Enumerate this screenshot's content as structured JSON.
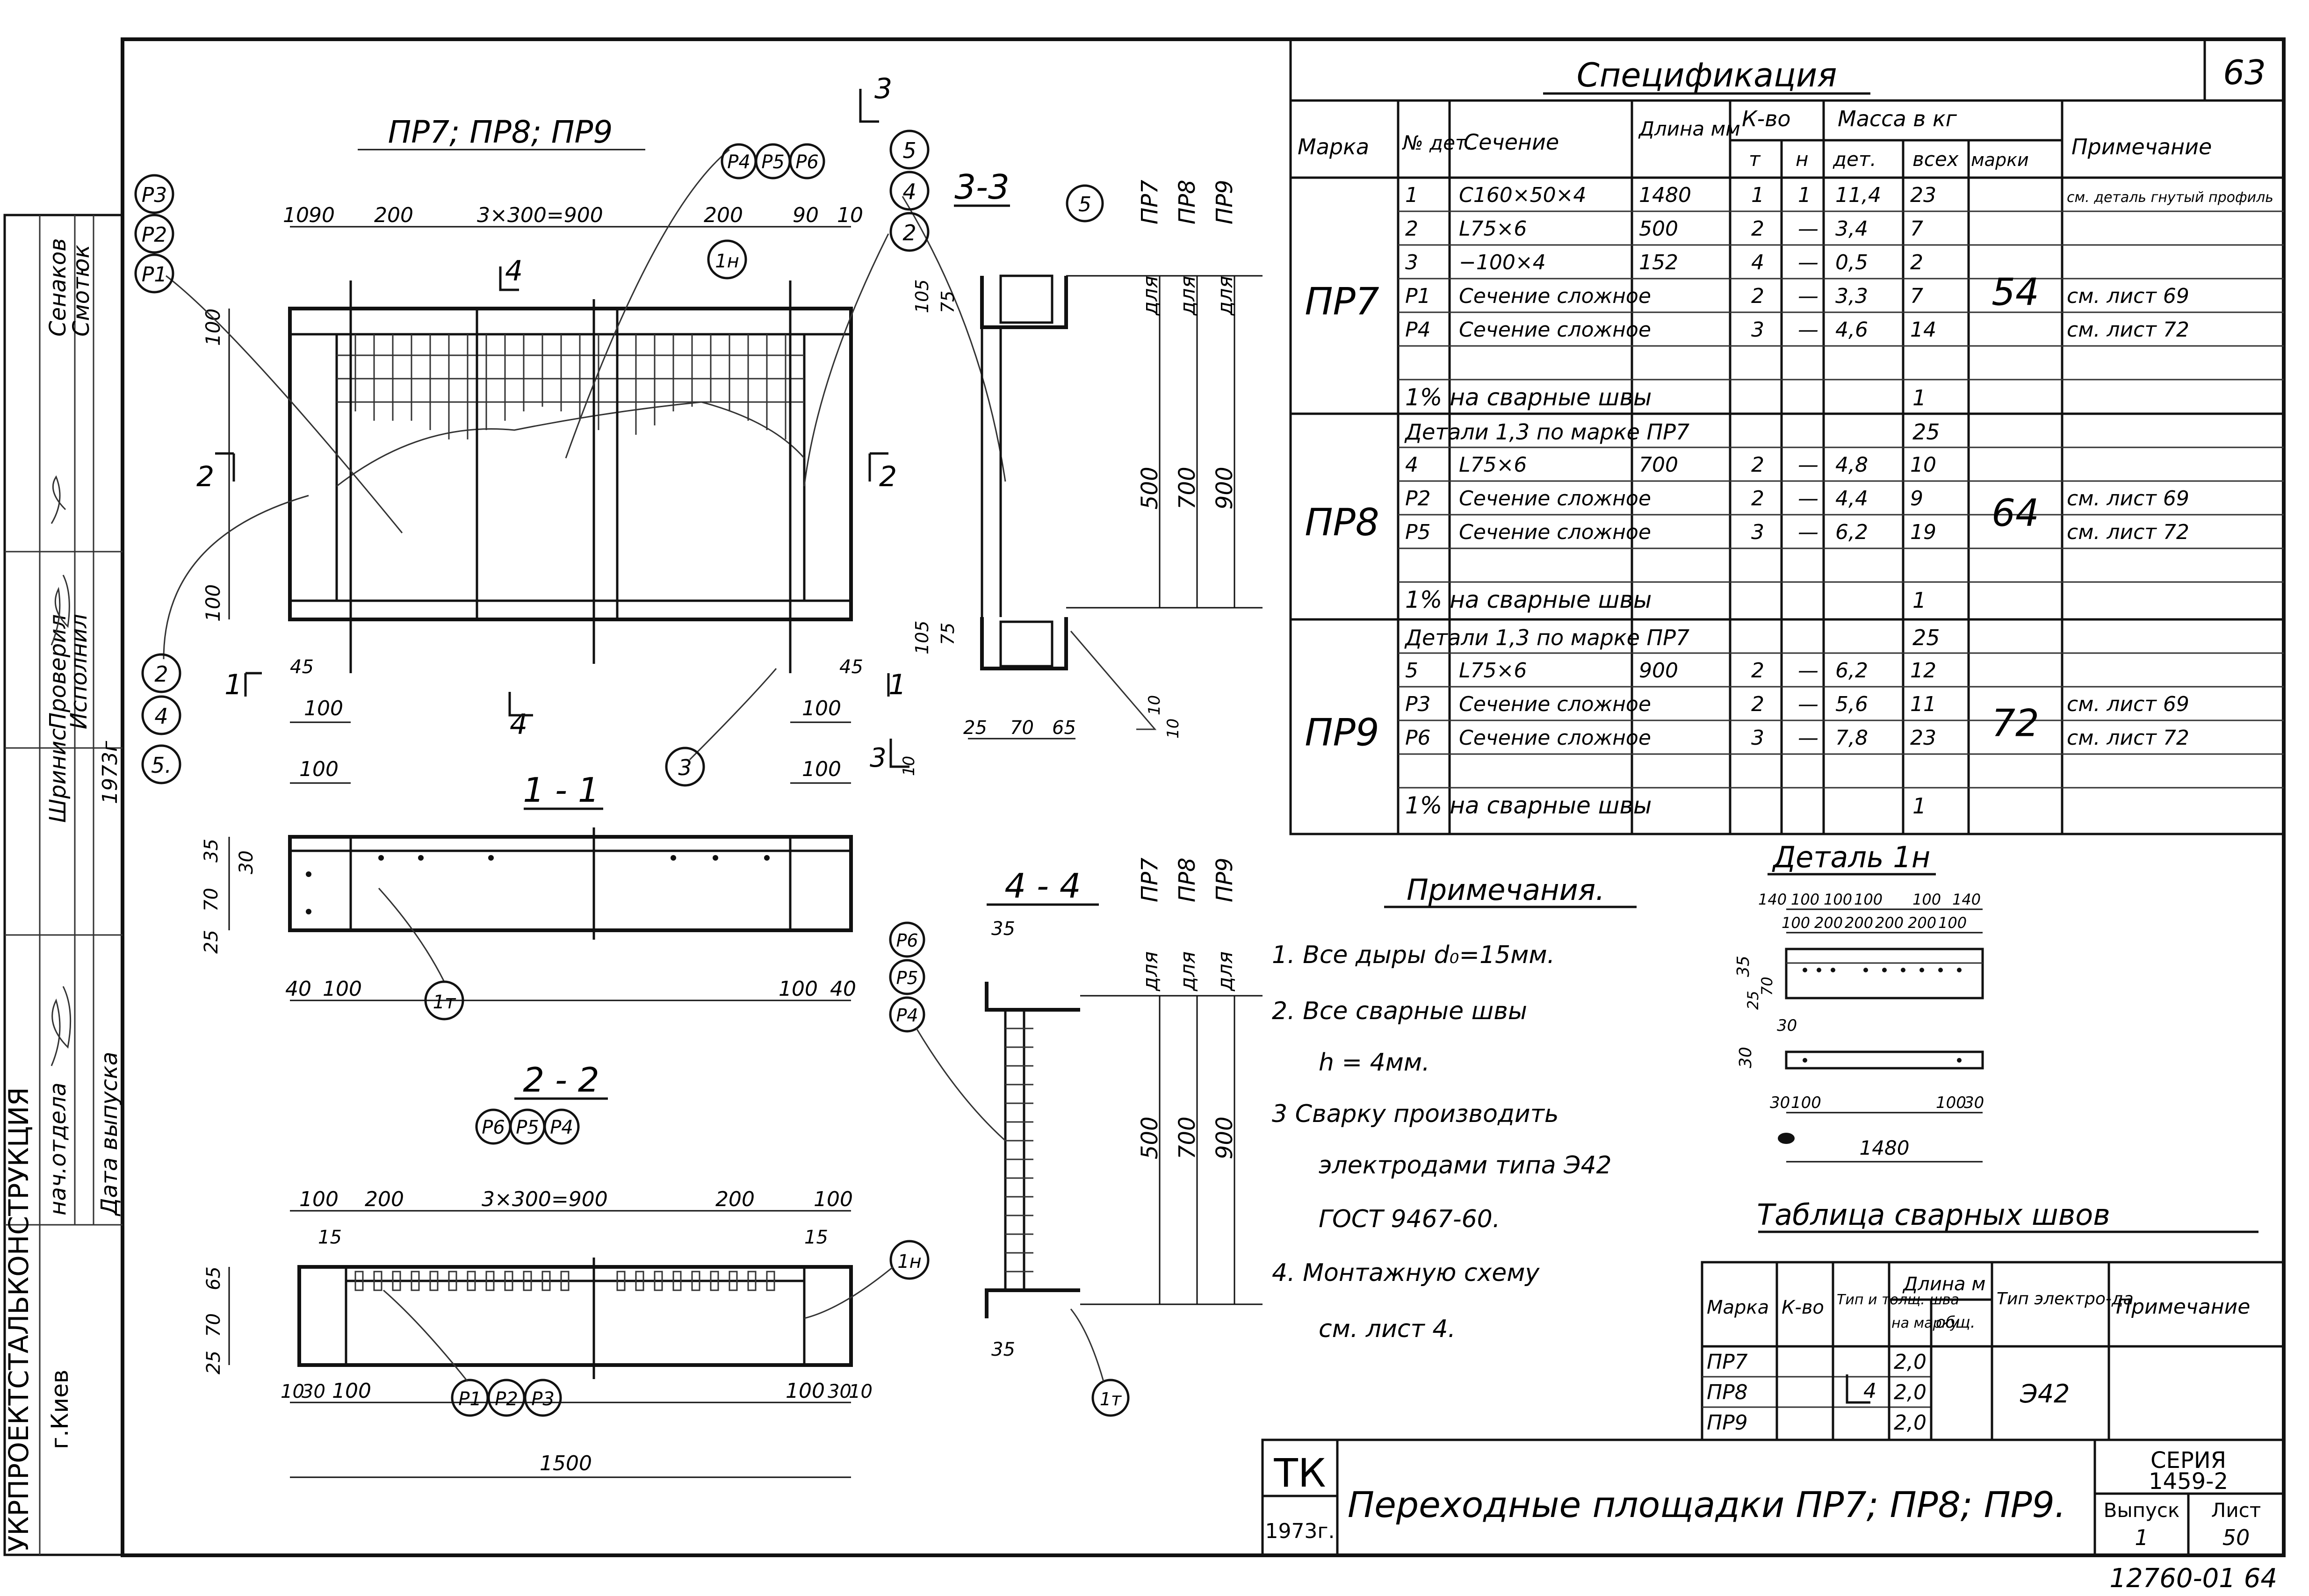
{
  "sheet_number": "63",
  "main_view": {
    "title": "ПР7; ПР8; ПР9",
    "cut_marks": {
      "c2": "2",
      "c1": "1",
      "c3": "3",
      "c4": "4"
    },
    "dims_top": [
      "10",
      "90",
      "200",
      "3×300=900",
      "200",
      "90",
      "10"
    ],
    "dims_left": [
      "100",
      "100"
    ],
    "dims_bottom": [
      "45",
      "100",
      "45",
      "100"
    ],
    "bottom_100": "100",
    "bottom_100b": "100",
    "balloons_left": [
      "P3",
      "P2",
      "P1"
    ],
    "balloons_top": [
      "P4",
      "P5",
      "P6"
    ],
    "balloons_right": [
      "5",
      "4",
      "2"
    ],
    "balloon_14": "1н",
    "balloons_left_low": [
      "2",
      "4",
      "5."
    ],
    "balloon_3": "3"
  },
  "section_1_1": {
    "title": "1 - 1",
    "dims_left": [
      "35",
      "30",
      "70",
      "25"
    ],
    "dims_bottom": [
      "40",
      "100",
      "100",
      "40"
    ],
    "balloon": "1т"
  },
  "section_2_2": {
    "title": "2 - 2",
    "balloons_top": [
      "P6",
      "P5",
      "P4"
    ],
    "dims_top": [
      "100",
      "200",
      "3×300=900",
      "200",
      "100"
    ],
    "dims_15": [
      "15",
      "15"
    ],
    "dims_left": [
      "65",
      "70",
      "25"
    ],
    "dims_bottom": [
      "10",
      "30",
      "100",
      "100",
      "30",
      "10"
    ],
    "overall": "1500",
    "balloons_bottom": [
      "P1",
      "P2",
      "P3"
    ],
    "balloon_14": "1н"
  },
  "section_3_3": {
    "title": "3-3",
    "balloon": "5",
    "dims_top": [
      "105",
      "75"
    ],
    "dims_bottom": [
      "105",
      "75"
    ],
    "dims_under": [
      "25",
      "70",
      "65"
    ],
    "weld": "10",
    "weld_b": "10",
    "weld_c": "10",
    "cut3": "3",
    "heights": [
      "500",
      "700",
      "900"
    ],
    "for_labels": [
      "для",
      "для",
      "для"
    ],
    "marks": [
      "ПР7",
      "ПР8",
      "ПР9"
    ]
  },
  "section_4_4": {
    "title": "4 - 4",
    "dim_top": "35",
    "dim_bottom": "35",
    "balloons": [
      "P6",
      "P5",
      "P4"
    ],
    "balloon_1t": "1т",
    "heights": [
      "500",
      "700",
      "900"
    ],
    "for_labels": [
      "для",
      "для",
      "для"
    ],
    "marks": [
      "ПР7",
      "ПР8",
      "ПР9"
    ]
  },
  "spec": {
    "title": "Спецификация",
    "headers": {
      "mark": "Марка",
      "no": "№ дет.",
      "section": "Сечение",
      "length": "Длина мм",
      "qty": "К-во",
      "qty_t": "т",
      "qty_n": "н",
      "mass": "Масса в кг",
      "mass_det": "дет.",
      "mass_all": "всех",
      "mass_mark": "марки",
      "note": "Примечание"
    },
    "groups": [
      {
        "mark": "ПР7",
        "total": "54",
        "rows": [
          [
            "1",
            "С160×50×4",
            "1480",
            "1",
            "1",
            "11,4",
            "23",
            "см. деталь гнутый профиль"
          ],
          [
            "2",
            "L75×6",
            "500",
            "2",
            "—",
            "3,4",
            "7",
            ""
          ],
          [
            "3",
            "−100×4",
            "152",
            "4",
            "—",
            "0,5",
            "2",
            ""
          ],
          [
            "P1",
            "Сечение сложное",
            "",
            "2",
            "—",
            "3,3",
            "7",
            "см. лист 69"
          ],
          [
            "P4",
            "Сечение сложное",
            "",
            "3",
            "—",
            "4,6",
            "14",
            "см. лист 72"
          ]
        ],
        "welds": "1% на сварные швы",
        "welds_val": "1"
      },
      {
        "mark": "ПР8",
        "total": "64",
        "details": "Детали 1,3 по марке ПР7",
        "details_val": "25",
        "rows": [
          [
            "4",
            "L75×6",
            "700",
            "2",
            "—",
            "4,8",
            "10",
            ""
          ],
          [
            "P2",
            "Сечение сложное",
            "",
            "2",
            "—",
            "4,4",
            "9",
            "см. лист 69"
          ],
          [
            "P5",
            "Сечение сложное",
            "",
            "3",
            "—",
            "6,2",
            "19",
            "см. лист 72"
          ]
        ],
        "welds": "1% на сварные швы",
        "welds_val": "1"
      },
      {
        "mark": "ПР9",
        "total": "72",
        "details": "Детали 1,3 по марке ПР7",
        "details_val": "25",
        "rows": [
          [
            "5",
            "L75×6",
            "900",
            "2",
            "—",
            "6,2",
            "12",
            ""
          ],
          [
            "P3",
            "Сечение сложное",
            "",
            "2",
            "—",
            "5,6",
            "11",
            "см. лист 69"
          ],
          [
            "P6",
            "Сечение сложное",
            "",
            "3",
            "—",
            "7,8",
            "23",
            "см. лист 72"
          ]
        ],
        "welds": "1% на сварные швы",
        "welds_val": "1"
      }
    ]
  },
  "notes": {
    "title": "Примечания.",
    "lines": [
      "1. Все дыры d₀=15мм.",
      "2. Все сварные швы",
      "h = 4мм.",
      "3 Сварку производить",
      "электродами типа Э42",
      "ГОСТ 9467-60.",
      "4. Монтажную схему",
      "см. лист 4."
    ]
  },
  "detail_1": {
    "title": "Деталь 1н",
    "dims_top1": [
      "140",
      "100",
      "100",
      "100",
      "100",
      "140"
    ],
    "dims_top2": [
      "100",
      "200",
      "200",
      "200",
      "200",
      "100"
    ],
    "dims_left": [
      "35",
      "25",
      "70"
    ],
    "dim_30": "30",
    "dim_30b": "30",
    "dims_bottom": [
      "30",
      "100",
      "100",
      "30"
    ],
    "overall": "1480"
  },
  "weld_table": {
    "title": "Таблица сварных швов",
    "headers": {
      "mark": "Марка",
      "qty": "К-во",
      "type": "Тип и толщ. шва",
      "length": "Длина м",
      "length_mark": "на марку",
      "length_total": "общ.",
      "electrode": "Тип электро-да",
      "note": "Примечание"
    },
    "rows": [
      [
        "ПР7",
        "2,0"
      ],
      [
        "ПР8",
        "2,0"
      ],
      [
        "ПР9",
        "2,0"
      ]
    ],
    "weld_symbol": "4",
    "electrode_val": "Э42"
  },
  "title_block": {
    "tk": "ТК",
    "year": "1973г.",
    "title": "Переходные площадки ПР7; ПР8; ПР9.",
    "series_label": "СЕРИЯ",
    "series_val": "1459-2",
    "issue_label": "Выпуск",
    "issue_val": "1",
    "sheet_label": "Лист",
    "sheet_val": "50",
    "inv": "12760-01 64"
  },
  "side_stamp": {
    "org": "УКРПРОЕКТСТАЛЬКОНСТРУКЦИЯ",
    "city": "г.Киев",
    "roles": [
      "нач.отдела",
      "Шринис",
      "Проверил",
      "Исполнил"
    ],
    "names": [
      "Сенаков",
      "Смотюк"
    ],
    "date_label": "Дата выпуска",
    "year": "1973г"
  }
}
